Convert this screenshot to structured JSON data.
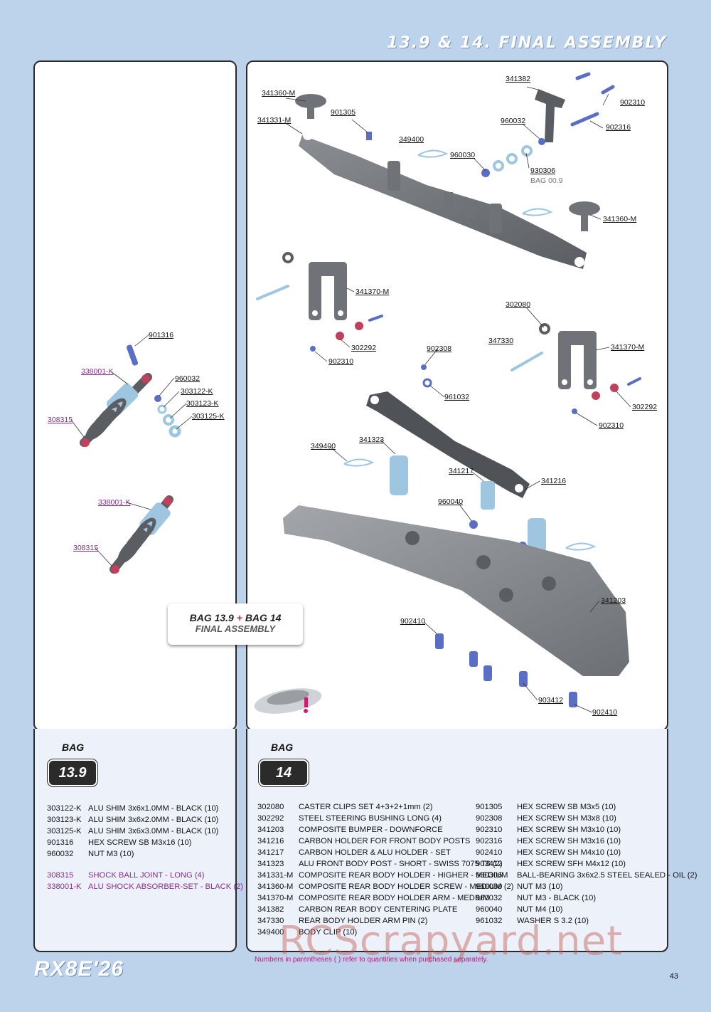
{
  "header": {
    "title": "13.9 & 14. FINAL ASSEMBLY"
  },
  "left_labels": {
    "l901316": "901316",
    "l338001a": "338001-K",
    "l960032": "960032",
    "l303122": "303122-K",
    "l303123": "303123-K",
    "l303125": "303125-K",
    "l308315a": "308315",
    "l338001b": "338001-K",
    "l308315b": "308315"
  },
  "right_labels": {
    "r341360a": "341360-M",
    "r341331": "341331-M",
    "r901305": "901305",
    "r349400a": "349400",
    "r341382": "341382",
    "r902310a": "902310",
    "r960032": "960032",
    "r902316": "902316",
    "r960030": "960030",
    "r930306": "930306",
    "rbag": "BAG 00.9",
    "r341360b": "341360-M",
    "r341370a": "341370-M",
    "r302292a": "302292",
    "r902310b": "902310",
    "r302080": "302080",
    "r347330": "347330",
    "r341370b": "341370-M",
    "r902308": "902308",
    "r961032": "961032",
    "r302292b": "302292",
    "r902310c": "902310",
    "r349400b": "349400",
    "r341323": "341323",
    "r341217": "341217",
    "r341216": "341216",
    "r960040": "960040",
    "r341203": "341203",
    "r902410a": "902410",
    "r903412": "903412",
    "r902410b": "902410"
  },
  "badge": {
    "line1a": "BAG 13.9",
    "plus": "+",
    "line1b": "BAG 14",
    "line2": "FINAL ASSEMBLY"
  },
  "bag_left": {
    "label": "BAG",
    "number": "13.9"
  },
  "bag_right": {
    "label": "BAG",
    "number": "14"
  },
  "parts_left": [
    {
      "code": "303122-K",
      "desc": "ALU SHIM 3x6x1.0MM - BLACK (10)"
    },
    {
      "code": "303123-K",
      "desc": "ALU SHIM 3x6x2.0MM - BLACK (10)"
    },
    {
      "code": "303125-K",
      "desc": "ALU SHIM 3x6x3.0MM - BLACK (10)"
    },
    {
      "code": "901316",
      "desc": "HEX SCREW SB M3x16 (10)"
    },
    {
      "code": "960032",
      "desc": "NUT M3 (10)"
    }
  ],
  "parts_left_purple": [
    {
      "code": "308315",
      "desc": "SHOCK BALL JOINT - LONG (4)"
    },
    {
      "code": "338001-K",
      "desc": "ALU SHOCK ABSORBER-SET - BLACK (2)"
    }
  ],
  "parts_right_a": [
    {
      "code": "302080",
      "desc": "CASTER CLIPS SET 4+3+2+1mm (2)"
    },
    {
      "code": "302292",
      "desc": "STEEL STEERING BUSHING LONG (4)"
    },
    {
      "code": "341203",
      "desc": "COMPOSITE BUMPER - DOWNFORCE"
    },
    {
      "code": "341216",
      "desc": "CARBON HOLDER FOR FRONT BODY POSTS"
    },
    {
      "code": "341217",
      "desc": "CARBON HOLDER & ALU HOLDER - SET"
    },
    {
      "code": "341323",
      "desc": "ALU FRONT BODY POST - SHORT - SWISS 7075 T6 (2)"
    },
    {
      "code": "341331-M",
      "desc": "COMPOSITE REAR BODY HOLDER - HIGHER - MEDIUM"
    },
    {
      "code": "341360-M",
      "desc": "COMPOSITE REAR BODY HOLDER SCREW - MEDIUM (2)"
    },
    {
      "code": "341370-M",
      "desc": "COMPOSITE REAR BODY HOLDER ARM - MEDIUM"
    },
    {
      "code": "341382",
      "desc": "CARBON REAR BODY CENTERING PLATE"
    },
    {
      "code": "347330",
      "desc": "REAR BODY HOLDER ARM PIN (2)"
    },
    {
      "code": "349400",
      "desc": "BODY CLIP (10)"
    }
  ],
  "parts_right_b": [
    {
      "code": "901305",
      "desc": "HEX SCREW SB M3x5 (10)"
    },
    {
      "code": "902308",
      "desc": "HEX SCREW SH M3x8 (10)"
    },
    {
      "code": "902310",
      "desc": "HEX SCREW SH M3x10 (10)"
    },
    {
      "code": "902316",
      "desc": "HEX SCREW SH M3x16 (10)"
    },
    {
      "code": "902410",
      "desc": "HEX SCREW SH M4x10 (10)"
    },
    {
      "code": "903412",
      "desc": "HEX SCREW SFH M4x12 (10)"
    },
    {
      "code": "930306",
      "desc": "BALL-BEARING 3x6x2.5 STEEL SEALED - OIL (2)"
    },
    {
      "code": "960030",
      "desc": "NUT M3 (10)"
    },
    {
      "code": "960032",
      "desc": "NUT M3 - BLACK (10)"
    },
    {
      "code": "960040",
      "desc": "NUT M4 (10)"
    },
    {
      "code": "961032",
      "desc": "WASHER S 3.2 (10)"
    }
  ],
  "footer": {
    "note": "Numbers in parentheses ( ) refer to quantities when purchased separately.",
    "logo": "RX8E'26",
    "page": "43",
    "watermark": "RCScrapyard.net"
  },
  "colors": {
    "background": "#bdd3ec",
    "part_gray": "#6f7378",
    "shim_blue": "#9fc6e0",
    "screw_blue": "#5a6fc4",
    "bushing_red": "#c2405b",
    "purple": "#8a2c8e",
    "accent_pink": "#d01a6f"
  }
}
